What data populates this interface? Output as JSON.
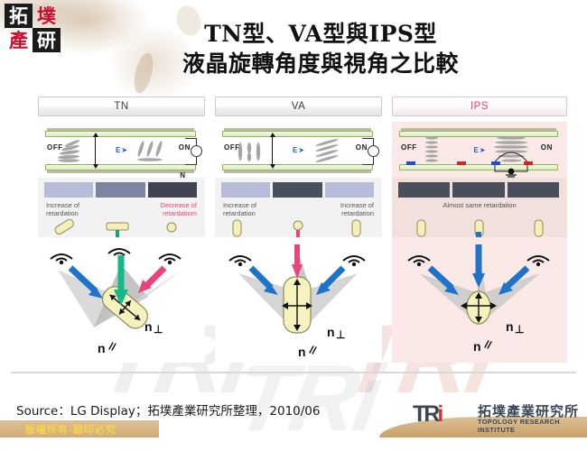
{
  "brand": {
    "seal_chars": [
      "拓",
      "墣",
      "產",
      "研"
    ],
    "watermark_text": "TRi"
  },
  "title": {
    "line1": "TN型、VA型與IPS型",
    "line2": "液晶旋轉角度與視角之比較"
  },
  "panels": [
    {
      "id": "tn",
      "header": "TN",
      "header_color": "#3b3b3b",
      "cell": {
        "off_label": "OFF",
        "on_label": "ON",
        "e_label": "E",
        "n_label": "N",
        "background": "#ffffff"
      },
      "retardation": {
        "bar_colors": [
          "#b9bcd8",
          "#7e83a0",
          "#3f4450"
        ],
        "labels": [
          {
            "text": "Increase of\nretardation",
            "color": "#555555",
            "align": "left"
          },
          {
            "text": "Decrease of\nretardatiom",
            "color": "#e8447e",
            "align": "right"
          }
        ],
        "molecules": [
          "tilted-rod",
          "horizontal-rod-on-stem",
          "circle"
        ]
      },
      "viewing": {
        "n_perp_label": "n⊥",
        "n_para_label": "n∥",
        "arrows": [
          {
            "name": "left-view-arrow",
            "color": "#1f74c8"
          },
          {
            "name": "center-view-arrow",
            "color": "#14b88a"
          },
          {
            "name": "right-view-arrow",
            "color": "#e8447e"
          }
        ],
        "molecule": "tilted-cylinder"
      }
    },
    {
      "id": "va",
      "header": "VA",
      "header_color": "#3b3b3b",
      "cell": {
        "off_label": "OFF",
        "on_label": "ON",
        "e_label": "E",
        "n_label": "",
        "background": "#ffffff"
      },
      "retardation": {
        "bar_colors": [
          "#b9bcd8",
          "#4a4f5c",
          "#b9bcd8"
        ],
        "labels": [
          {
            "text": "Increase of\nretardation",
            "color": "#555555",
            "align": "left"
          },
          {
            "text": "Increase of\nretardation",
            "color": "#555555",
            "align": "right"
          }
        ],
        "molecules": [
          "vertical-rod",
          "circle-on-pink-stem",
          "vertical-rod"
        ]
      },
      "viewing": {
        "n_perp_label": "n⊥",
        "n_para_label": "n∥",
        "arrows": [
          {
            "name": "left-view-arrow",
            "color": "#1f74c8"
          },
          {
            "name": "center-view-arrow",
            "color": "#e8447e"
          },
          {
            "name": "right-view-arrow",
            "color": "#1f74c8"
          }
        ],
        "molecule": "vertical-cylinder"
      }
    },
    {
      "id": "ips",
      "header": "IPS",
      "header_color": "#e8447e",
      "cell": {
        "off_label": "OFF",
        "on_label": "ON",
        "e_label": "E",
        "n_label": "",
        "background": "#fae9e6"
      },
      "retardation": {
        "bar_colors": [
          "#4a4f5c",
          "#4a4f5c",
          "#4a4f5c"
        ],
        "labels": [
          {
            "text": "Almost same retardation",
            "color": "#555555",
            "align": "center"
          }
        ],
        "molecules": [
          "vertical-rod",
          "vertical-rod-blue-stem",
          "vertical-rod"
        ]
      },
      "viewing": {
        "n_perp_label": "n⊥",
        "n_para_label": "n∥",
        "arrows": [
          {
            "name": "left-view-arrow",
            "color": "#1f74c8"
          },
          {
            "name": "center-view-arrow",
            "color": "#1f74c8"
          },
          {
            "name": "right-view-arrow",
            "color": "#1f74c8"
          }
        ],
        "molecule": "round-molecule"
      }
    }
  ],
  "footer": {
    "source": "Source：LG Display；拓墣產業研究所整理，2010/06",
    "copyright": "版權所有‧翻印必究",
    "logo": {
      "mark_tr": "TR",
      "mark_i": "i",
      "chinese": "拓墣產業研究所",
      "english": "TOPOLOGY RESEARCH INSTITUTE"
    }
  }
}
